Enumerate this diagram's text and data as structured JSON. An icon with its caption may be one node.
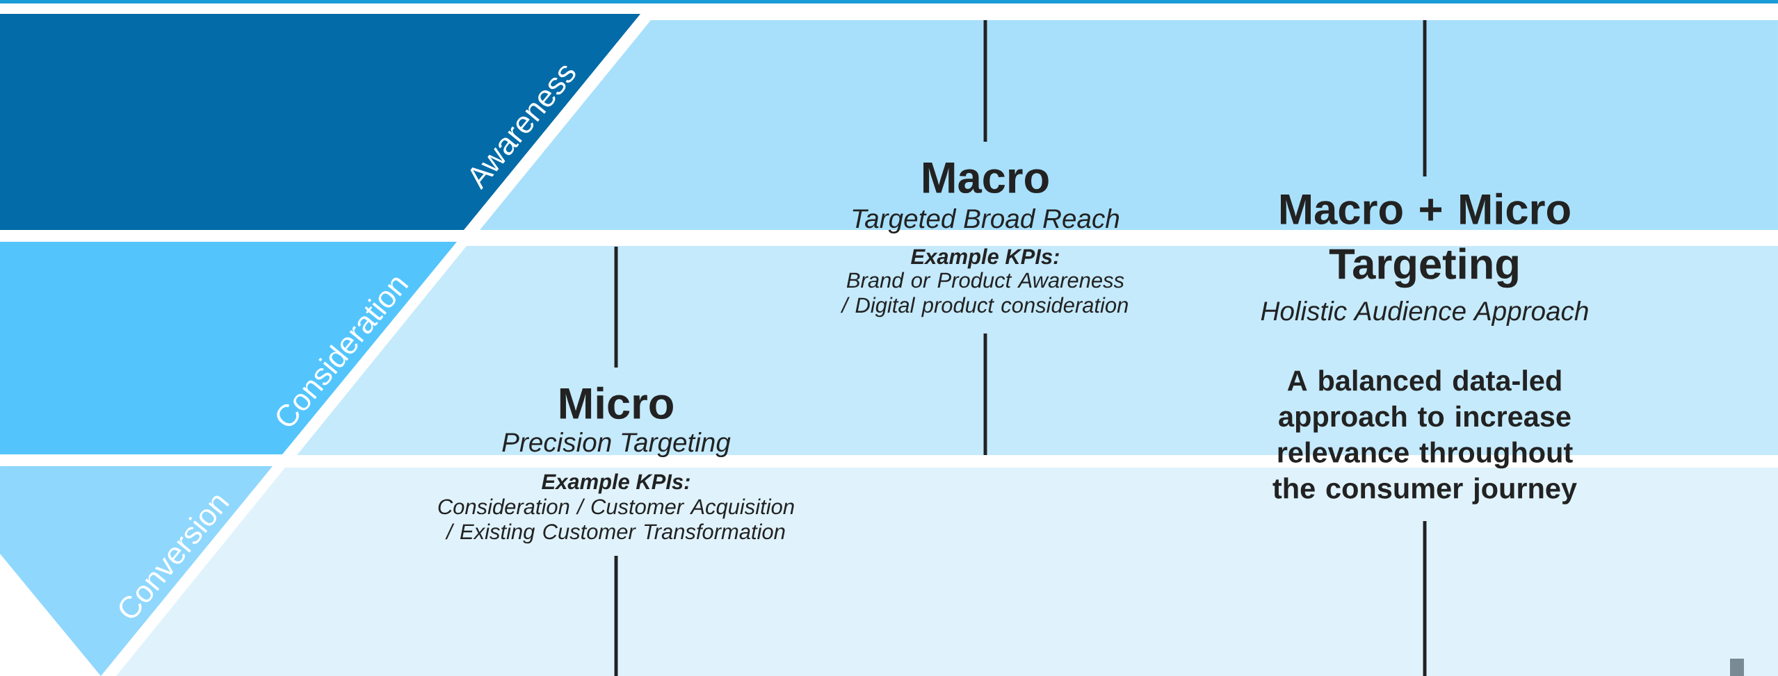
{
  "diagram": {
    "nodes": [
      {
        "text": [
          "Awareness"
        ]
      },
      {
        "text": [
          "Consideration"
        ]
      },
      {
        "text": [
          "Conversion"
        ]
      }
    ],
    "labels": [
      "Macro",
      "Targeted Broad Reach",
      "Example KPIs:",
      "Brand or Product Awareness / Digital product consideration",
      "Macro + Micro Targeting",
      "Holistic Audience Approach",
      "A balanced data-led approach to increase relevance throughout the consumer journey",
      "Micro",
      "Precision Targeting",
      "Example KPIs:",
      "Consideration / Customer Acquisition / Existing Customer Transformation"
    ]
  }
}
